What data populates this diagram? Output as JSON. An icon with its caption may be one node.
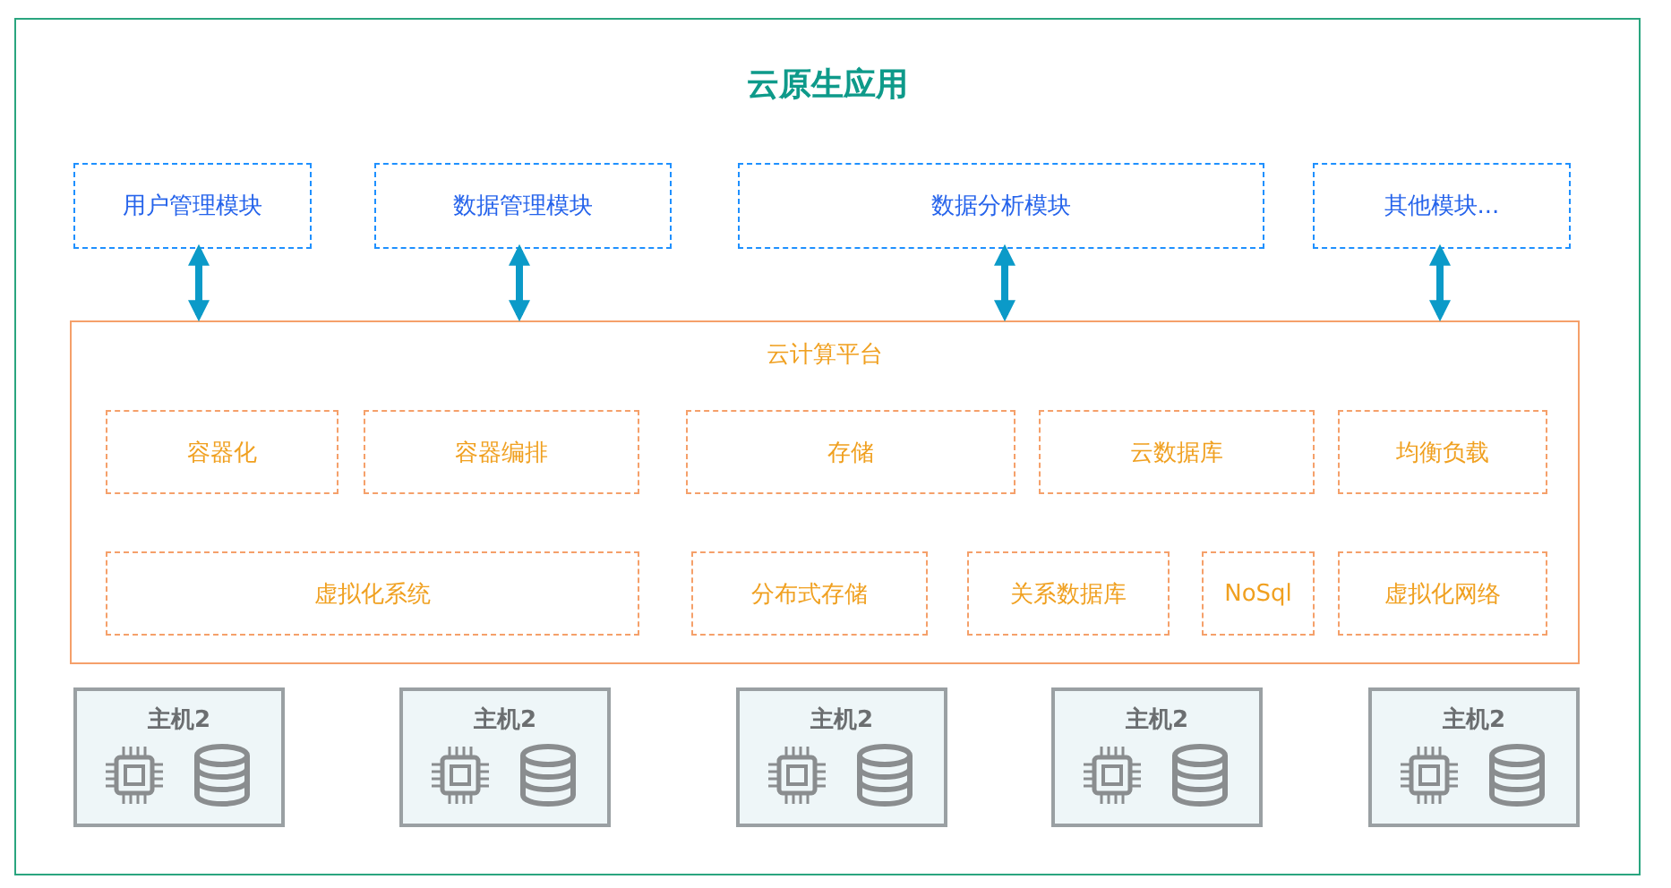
{
  "diagram": {
    "nodes": [
      {
        "text": [
          "云原生应用"
        ]
      },
      {
        "text": [
          "用户管理模块"
        ],
        "in": 0
      },
      {
        "text": [
          "数据管理模块"
        ],
        "in": 0
      },
      {
        "text": [
          "数据分析模块"
        ],
        "in": 0
      },
      {
        "text": [
          "其他模块..."
        ],
        "in": 0
      },
      {
        "text": [
          "云计算平台"
        ],
        "in": 0
      },
      {
        "text": [
          "容器化"
        ],
        "in": 5
      },
      {
        "text": [
          "容器编排"
        ],
        "in": 5
      },
      {
        "text": [
          "存储"
        ],
        "in": 5
      },
      {
        "text": [
          "云数据库"
        ],
        "in": 5
      },
      {
        "text": [
          "均衡负载"
        ],
        "in": 5
      },
      {
        "text": [
          "虚拟化系统"
        ],
        "in": 5
      },
      {
        "text": [
          "分布式存储"
        ],
        "in": 5
      },
      {
        "text": [
          "关系数据库"
        ],
        "in": 5
      },
      {
        "text": [
          "NoSql"
        ],
        "in": 5
      },
      {
        "text": [
          "虚拟化网络"
        ],
        "in": 5
      },
      {
        "text": [
          "主机2"
        ],
        "in": 0
      },
      {
        "text": [
          "主机2"
        ],
        "in": 0
      },
      {
        "text": [
          "主机2"
        ],
        "in": 0
      },
      {
        "text": [
          "主机2"
        ],
        "in": 0
      },
      {
        "text": [
          "主机2"
        ],
        "in": 0
      }
    ],
    "edges": [
      {
        "from": 1,
        "to": 5,
        "arrow": "both"
      },
      {
        "from": 2,
        "to": 5,
        "arrow": "both"
      },
      {
        "from": 3,
        "to": 5,
        "arrow": "both"
      },
      {
        "from": 4,
        "to": 5,
        "arrow": "both"
      }
    ]
  }
}
